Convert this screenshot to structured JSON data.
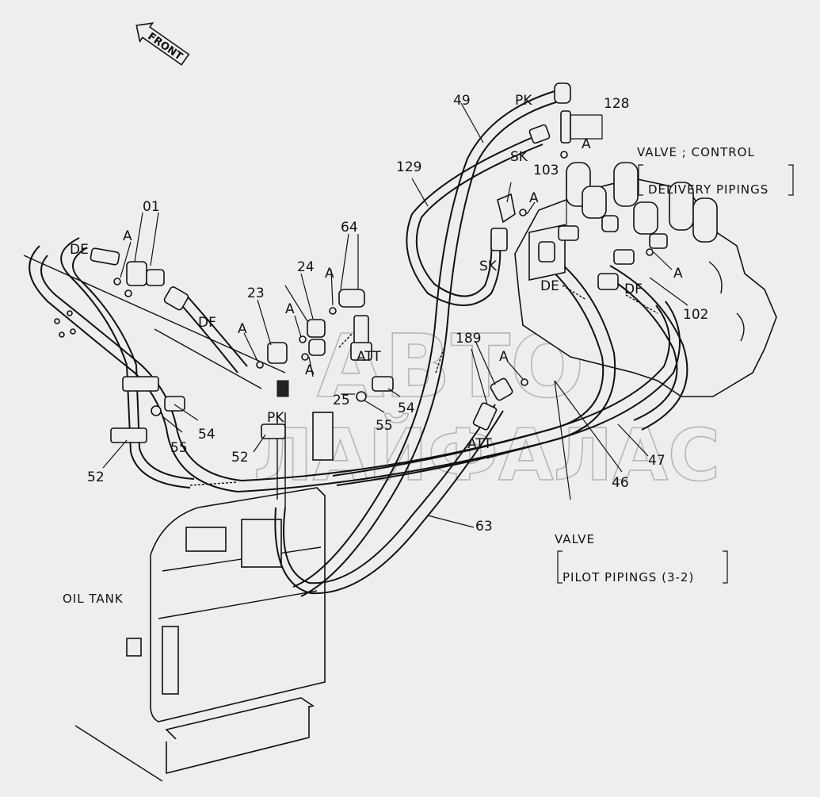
{
  "direction": "FRONT",
  "tank_label": "OIL TANK",
  "control_valve": {
    "title": "VALVE ; CONTROL",
    "sub": "DELIVERY PIPINGS"
  },
  "pilot_valve": {
    "title": "VALVE",
    "sub": "PILOT PIPINGS (3-2)"
  },
  "watermark": {
    "line1": "ABTO",
    "line2": "ЛАЙФАЛАС"
  },
  "part_numbers": {
    "p01": "01",
    "p23": "23",
    "p24": "24",
    "p25": "25",
    "p46": "46",
    "p47": "47",
    "p49": "49",
    "p52a": "52",
    "p52b": "52",
    "p54a": "54",
    "p54b": "54",
    "p55a": "55",
    "p55b": "55",
    "p63": "63",
    "p64": "64",
    "p102": "102",
    "p103": "103",
    "p128": "128",
    "p129": "129",
    "p189": "189"
  },
  "port_codes": {
    "de1": "DE",
    "df1": "DF",
    "pk1": "PK",
    "pk2": "PK",
    "sk1": "SK",
    "sk2": "SK",
    "att1": "ATT",
    "att2": "ATT",
    "de2": "DE",
    "df2": "DF"
  },
  "ref_marker": "A"
}
